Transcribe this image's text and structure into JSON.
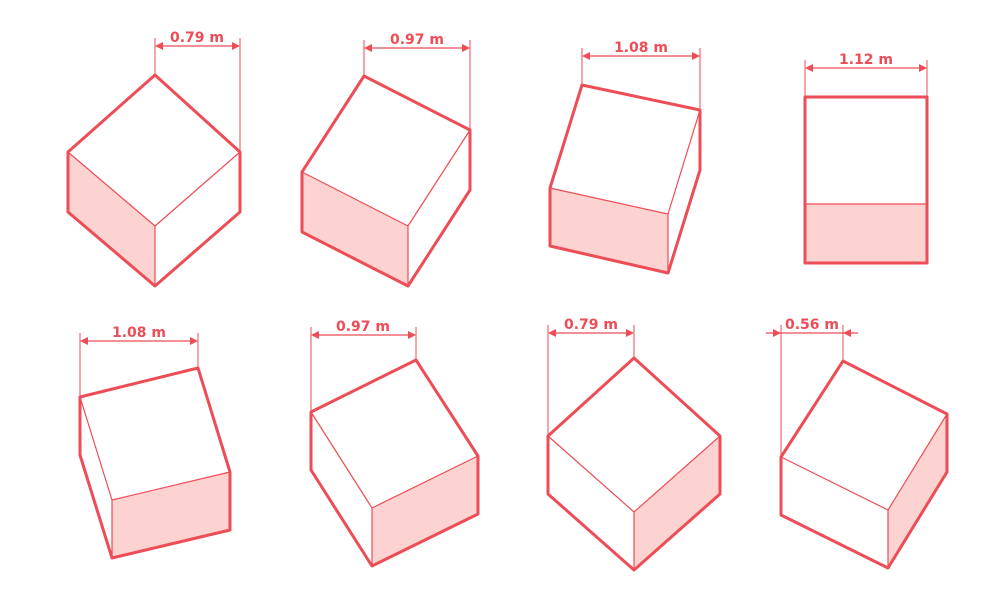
{
  "colors": {
    "stroke": "#ec4d57",
    "shade": "#fdd3d2",
    "background": "#ffffff"
  },
  "boxes": [
    {
      "width_label": "0.79 m"
    },
    {
      "width_label": "0.97 m"
    },
    {
      "width_label": "1.08 m"
    },
    {
      "width_label": "1.12 m"
    },
    {
      "width_label": "1.08 m"
    },
    {
      "width_label": "0.97 m"
    },
    {
      "width_label": "0.79 m"
    },
    {
      "width_label": "0.56 m"
    }
  ]
}
